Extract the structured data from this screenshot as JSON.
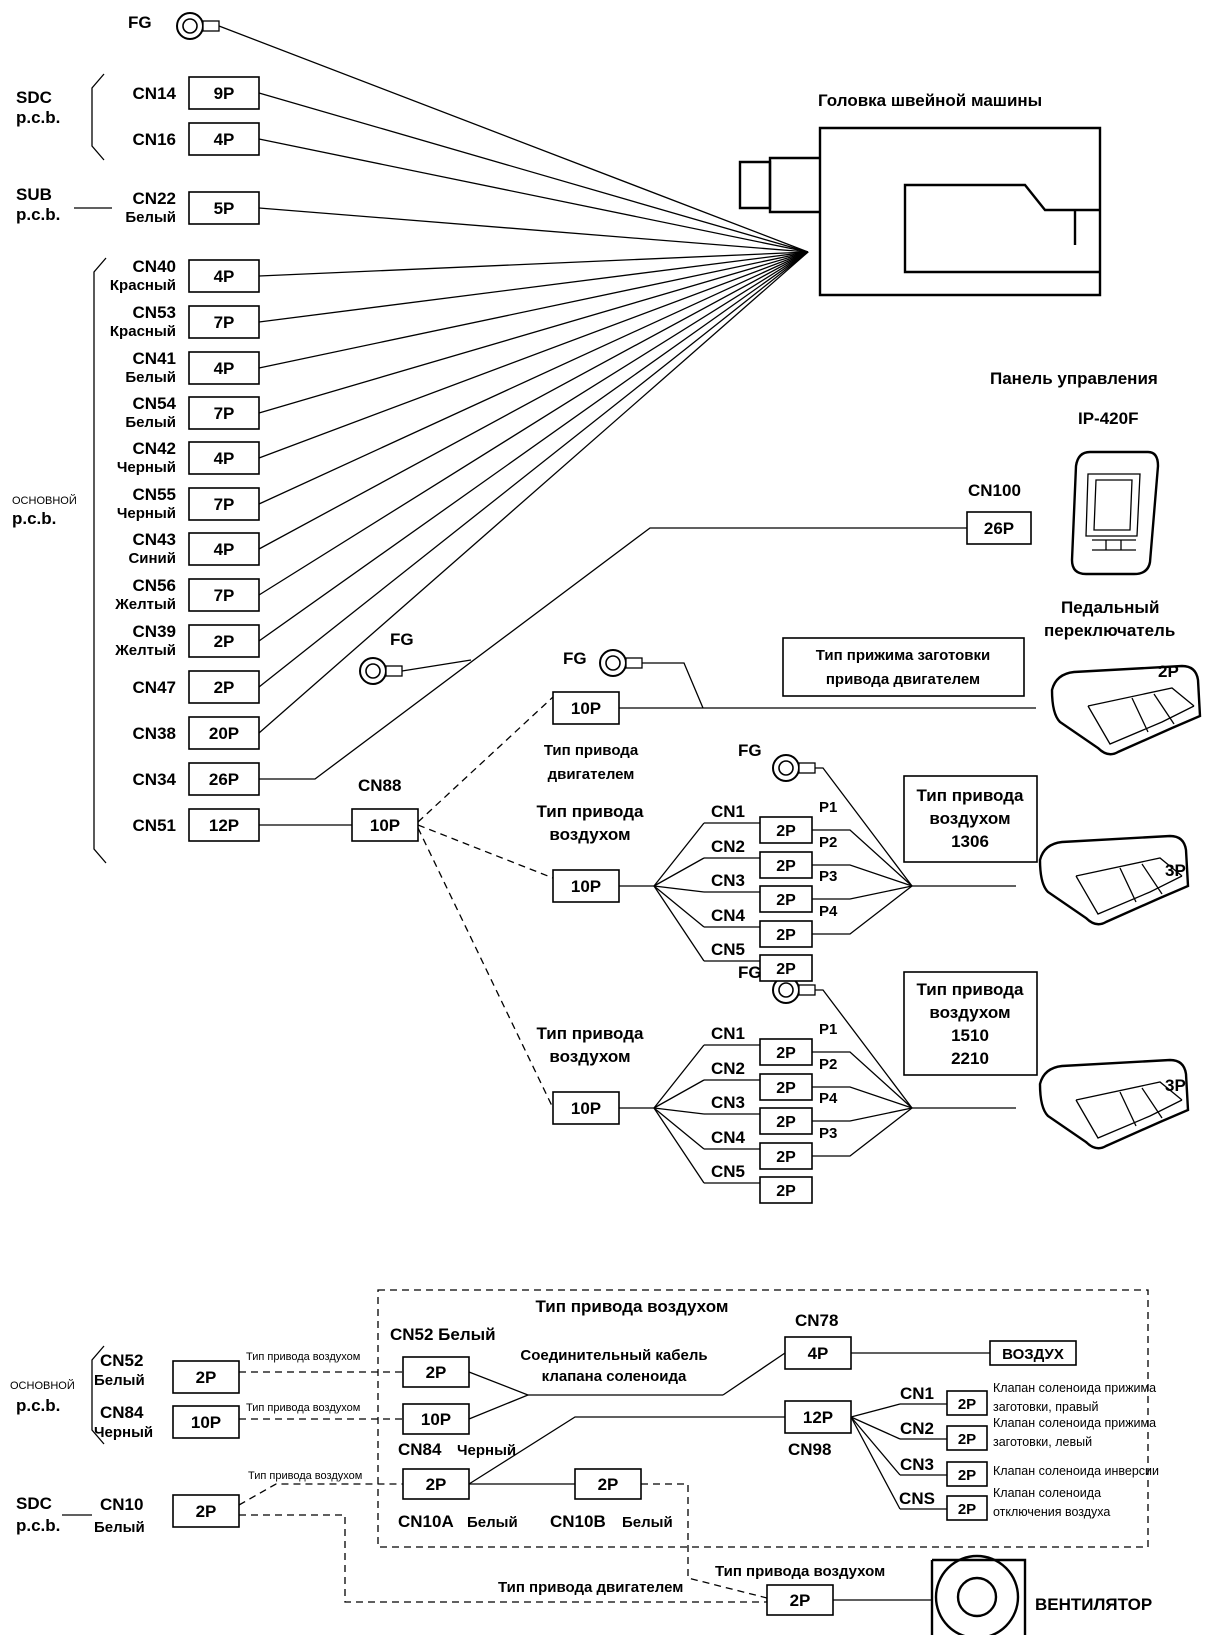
{
  "top": {
    "fg_label": "FG",
    "sdc_pcb": [
      "SDC",
      "p.c.b."
    ],
    "sub_pcb": [
      "SUB",
      "p.c.b."
    ],
    "main_pcb": [
      "ОСНОВНОЙ",
      "p.c.b."
    ],
    "connectors": [
      {
        "id": "CN14",
        "color": "",
        "pins": "9P"
      },
      {
        "id": "CN16",
        "color": "",
        "pins": "4P"
      },
      {
        "id": "CN22",
        "color": "Белый",
        "pins": "5P"
      },
      {
        "id": "CN40",
        "color": "Красный",
        "pins": "4P"
      },
      {
        "id": "CN53",
        "color": "Красный",
        "pins": "7P"
      },
      {
        "id": "CN41",
        "color": "Белый",
        "pins": "4P"
      },
      {
        "id": "CN54",
        "color": "Белый",
        "pins": "7P"
      },
      {
        "id": "CN42",
        "color": "Черный",
        "pins": "4P"
      },
      {
        "id": "CN55",
        "color": "Черный",
        "pins": "7P"
      },
      {
        "id": "CN43",
        "color": "Синий",
        "pins": "4P"
      },
      {
        "id": "CN56",
        "color": "Желтый",
        "pins": "7P"
      },
      {
        "id": "CN39",
        "color": "Желтый",
        "pins": "2P"
      },
      {
        "id": "CN47",
        "color": "",
        "pins": "2P"
      },
      {
        "id": "CN38",
        "color": "",
        "pins": "20P"
      },
      {
        "id": "CN34",
        "color": "",
        "pins": "26P"
      },
      {
        "id": "CN51",
        "color": "",
        "pins": "12P"
      }
    ],
    "head_title": "Головка швейной машины",
    "panel_title": "Панель управления",
    "panel_model": "IP-420F",
    "cn100": "CN100",
    "cn100_pins": "26P",
    "fg_mid": "FG",
    "cn88": "CN88",
    "cn88_pins": "10P",
    "pedal_title": [
      "Педальный",
      "переключатель"
    ],
    "motor_clamp_type": [
      "Тип прижима заготовки",
      "привода двигателем"
    ],
    "motor_fg": "FG",
    "motor_pins": "10P",
    "motor_drive": [
      "Тип привода",
      "двигателем"
    ],
    "pedal_2p": "2P",
    "air1": {
      "fg": "FG",
      "title": [
        "Тип привода",
        "воздухом"
      ],
      "pins": "10P",
      "type_box": [
        "Тип привода",
        "воздухом",
        "1306"
      ],
      "branches": [
        {
          "cn": "CN1",
          "pins": "2P",
          "p": "P1"
        },
        {
          "cn": "CN2",
          "pins": "2P",
          "p": "P2"
        },
        {
          "cn": "CN3",
          "pins": "2P",
          "p": "P3"
        },
        {
          "cn": "CN4",
          "pins": "2P",
          "p": "P4"
        },
        {
          "cn": "CN5",
          "pins": "2P",
          "p": ""
        }
      ],
      "pedal_pins": "3P"
    },
    "air2": {
      "fg": "FG",
      "title": [
        "Тип привода",
        "воздухом"
      ],
      "pins": "10P",
      "type_box": [
        "Тип привода",
        "воздухом",
        "1510",
        "2210"
      ],
      "branches": [
        {
          "cn": "CN1",
          "pins": "2P",
          "p": "P1"
        },
        {
          "cn": "CN2",
          "pins": "2P",
          "p": "P2"
        },
        {
          "cn": "CN3",
          "pins": "2P",
          "p": "P4"
        },
        {
          "cn": "CN4",
          "pins": "2P",
          "p": "P3"
        },
        {
          "cn": "CN5",
          "pins": "2P",
          "p": ""
        }
      ],
      "pedal_pins": "3P"
    }
  },
  "bottom": {
    "frame_title": "Тип привода воздухом",
    "main_pcb": [
      "ОСНОВНОЙ",
      "p.c.b."
    ],
    "sdc_pcb": [
      "SDC",
      "p.c.b."
    ],
    "cn52": "CN52",
    "cn52_color": "Белый",
    "cn52_pins": "2P",
    "cn84": "CN84",
    "cn84_color": "Черный",
    "cn84_pins": "10P",
    "cn10": "CN10",
    "cn10_color": "Белый",
    "cn10_pins": "2P",
    "air_small": "Тип привода воздухом",
    "cn52_inner": "CN52 Белый",
    "cn52_inner_pins": "2P",
    "cn84_inner": "CN84",
    "cn84_inner_color": "Черный",
    "cn84_inner_pins": "10P",
    "cn10a": "CN10A",
    "cn10a_color": "Белый",
    "cn10a_pins": "2P",
    "cn10b": "CN10B",
    "cn10b_color": "Белый",
    "cn10b_pins": "2P",
    "solenoid_cable": [
      "Соединительный кабель",
      "клапана соленоида"
    ],
    "cn78": "CN78",
    "cn78_pins": "4P",
    "air_box": "ВОЗДУХ",
    "cn98": "CN98",
    "cn98_pins": "12P",
    "valves": [
      {
        "cn": "CN1",
        "pins": "2P",
        "desc": [
          "Клапан соленоида прижима",
          "заготовки, правый"
        ]
      },
      {
        "cn": "CN2",
        "pins": "2P",
        "desc": [
          "Клапан соленоида прижима",
          "заготовки, левый"
        ]
      },
      {
        "cn": "CN3",
        "pins": "2P",
        "desc": [
          "Клапан соленоида инверсии"
        ]
      },
      {
        "cn": "CNS",
        "pins": "2P",
        "desc": [
          "Клапан соленоида",
          "отключения воздуха"
        ]
      }
    ],
    "motor_drive": "Тип привода двигателем",
    "fan_air": "Тип привода воздухом",
    "fan_pins": "2P",
    "fan": "ВЕНТИЛЯТОР"
  }
}
